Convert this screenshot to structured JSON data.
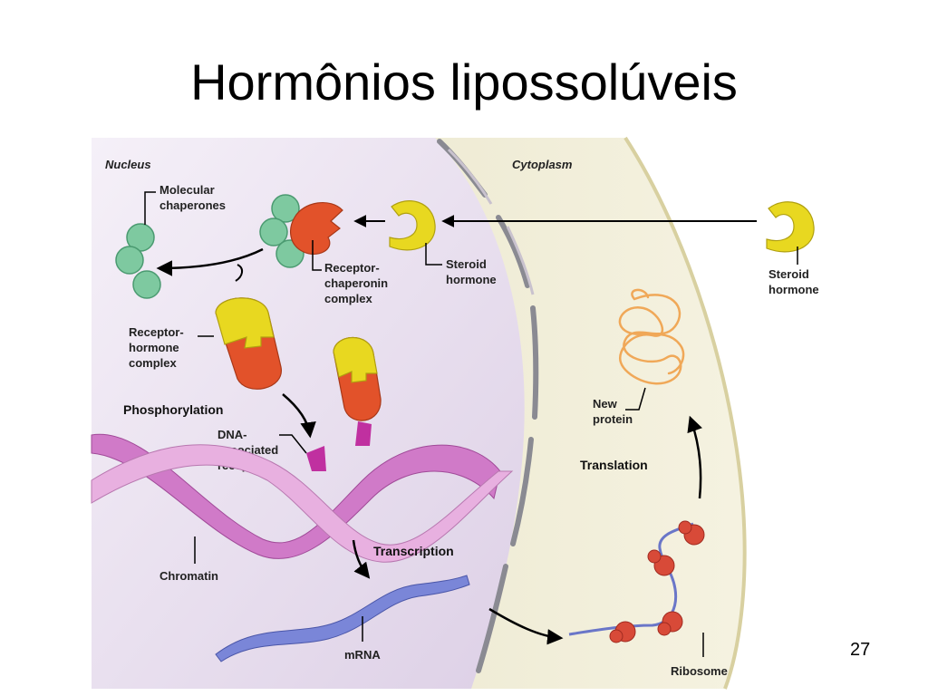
{
  "slide": {
    "title": "Hormônios lipossolúveis",
    "page_number": "27"
  },
  "diagram": {
    "regions": {
      "nucleus": "Nucleus",
      "cytoplasm": "Cytoplasm"
    },
    "labels": {
      "molecular_chaperones": [
        "Molecular",
        "chaperones"
      ],
      "receptor_chaperonin": [
        "Receptor-",
        "chaperonin",
        "complex"
      ],
      "steroid_hormone_nucleus": [
        "Steroid",
        "hormone"
      ],
      "steroid_hormone_cytoplasm": [
        "Steroid",
        "hormone"
      ],
      "receptor_hormone": [
        "Receptor-",
        "hormone",
        "complex"
      ],
      "phosphorylation": "Phosphorylation",
      "dna_receptor": [
        "DNA-",
        "associated",
        "receptor"
      ],
      "chromatin": "Chromatin",
      "transcription": "Transcription",
      "mrna": "mRNA",
      "new_protein": [
        "New",
        "protein"
      ],
      "translation": "Translation",
      "ribosome": "Ribosome"
    },
    "colors": {
      "nucleus_fill": "#ebe3f0",
      "cytoplasm_fill": "#f0edd8",
      "chaperone": "#7ec9a0",
      "receptor": "#e2522a",
      "hormone": "#e8d820",
      "dna": "#d07ac8",
      "mrna": "#7a86d8",
      "protein": "#f0a858"
    }
  }
}
